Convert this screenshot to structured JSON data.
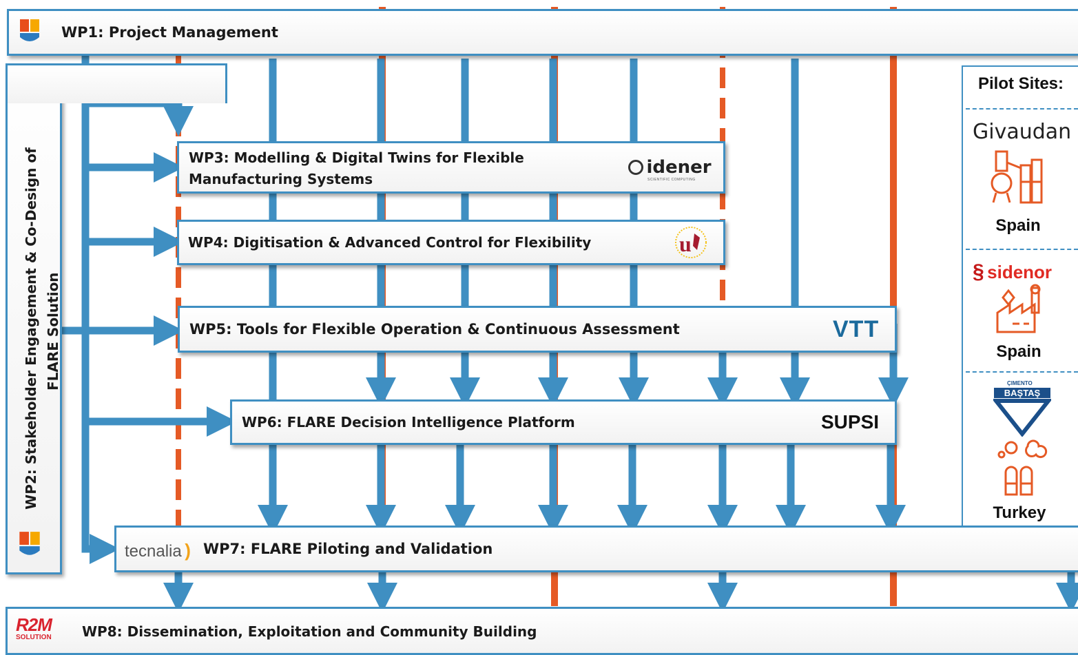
{
  "wp1": {
    "title": "WP1: Project Management"
  },
  "wp2": {
    "title_line1": "WP2: Stakeholder Engagement & Co-Design of",
    "title_line2": "FLARE Solution"
  },
  "wp3": {
    "title_line1": "WP3: Modelling & Digital Twins for Flexible",
    "title_line2": "Manufacturing Systems",
    "partner": "idener",
    "partner_sub": "SCIENTIFIC COMPUTING"
  },
  "wp4": {
    "title": "WP4: Digitisation & Advanced Control for Flexibility",
    "partner_logo": "university-of-seville-logo"
  },
  "wp5": {
    "title": "WP5: Tools for Flexible Operation & Continuous Assessment",
    "partner": "VTT"
  },
  "wp6": {
    "title": "WP6: FLARE Decision Intelligence Platform",
    "partner": "SUPSI"
  },
  "wp7": {
    "title": "WP7: FLARE Piloting and Validation",
    "partner": "tecnalia"
  },
  "wp8": {
    "title": "WP8: Dissemination, Exploitation and Community Building",
    "partner": "R2M",
    "partner_sub": "SOLUTION"
  },
  "pilots": {
    "heading": "Pilot Sites:",
    "sites": [
      {
        "company": "Givaudan",
        "country": "Spain",
        "icon": "chemical-plant-icon"
      },
      {
        "company": "sidenor",
        "country": "Spain",
        "icon": "steel-factory-icon"
      },
      {
        "company": "BAŞTAŞ",
        "company_sub": "ÇIMENTO",
        "country": "Turkey",
        "icon": "cement-silo-icon"
      }
    ]
  },
  "colors": {
    "blue": "#3f8fc2",
    "orange": "#e55a25",
    "text": "#1a1a1a"
  }
}
